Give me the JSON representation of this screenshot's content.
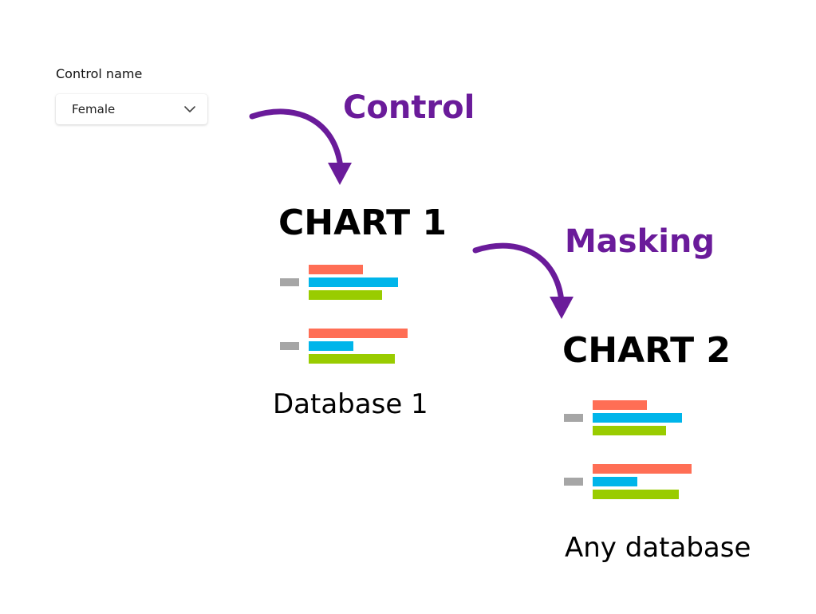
{
  "control": {
    "label": "Control name",
    "selected_value": "Female"
  },
  "annotations": {
    "control": "Control",
    "masking": "Masking"
  },
  "charts": [
    {
      "title": "CHART 1",
      "database": "Database 1"
    },
    {
      "title": "CHART 2",
      "database": "Any database"
    }
  ],
  "colors": {
    "accent_purple": "#6a1b9a",
    "series_red": "#ff6e55",
    "series_blue": "#00b5ea",
    "series_green": "#99cc00",
    "category_gray": "#a6a6a6"
  },
  "chart_data": [
    {
      "type": "bar",
      "title": "CHART 1",
      "categories": [
        "",
        ""
      ],
      "series": [
        {
          "values": [
            0.55,
            1.0
          ]
        },
        {
          "values": [
            0.9,
            0.45
          ]
        },
        {
          "values": [
            0.74,
            0.87
          ]
        }
      ]
    },
    {
      "type": "bar",
      "title": "CHART 2",
      "categories": [
        "",
        ""
      ],
      "series": [
        {
          "values": [
            0.55,
            1.0
          ]
        },
        {
          "values": [
            0.9,
            0.45
          ]
        },
        {
          "values": [
            0.74,
            0.87
          ]
        }
      ]
    }
  ]
}
